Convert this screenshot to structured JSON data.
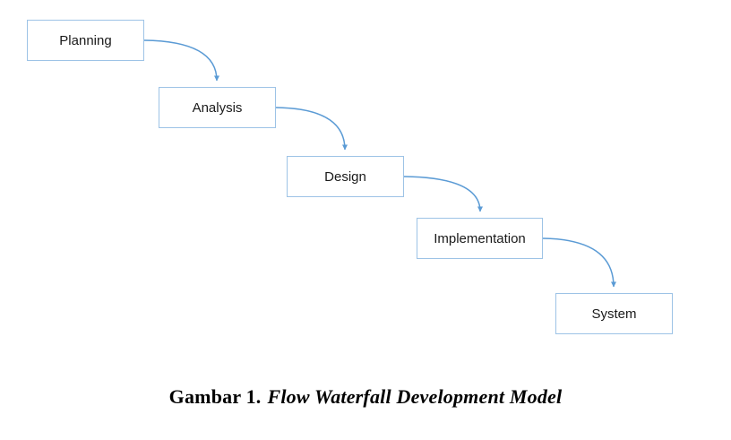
{
  "diagram": {
    "type": "flowchart",
    "nodes": [
      {
        "label": "Planning"
      },
      {
        "label": "Analysis"
      },
      {
        "label": "Design"
      },
      {
        "label": "Implementation"
      },
      {
        "label": "System"
      }
    ],
    "connections": [
      {
        "from": "Planning",
        "to": "Analysis"
      },
      {
        "from": "Analysis",
        "to": "Design"
      },
      {
        "from": "Design",
        "to": "Implementation"
      },
      {
        "from": "Implementation",
        "to": "System"
      }
    ]
  },
  "caption": {
    "prefix": "Gambar 1.",
    "title": "Flow Waterfall Development Model"
  },
  "colors": {
    "box_border": "#9DC3E6",
    "arrow": "#5B9BD5",
    "background": "#FFFFFF",
    "text": "#1A1A1A"
  }
}
